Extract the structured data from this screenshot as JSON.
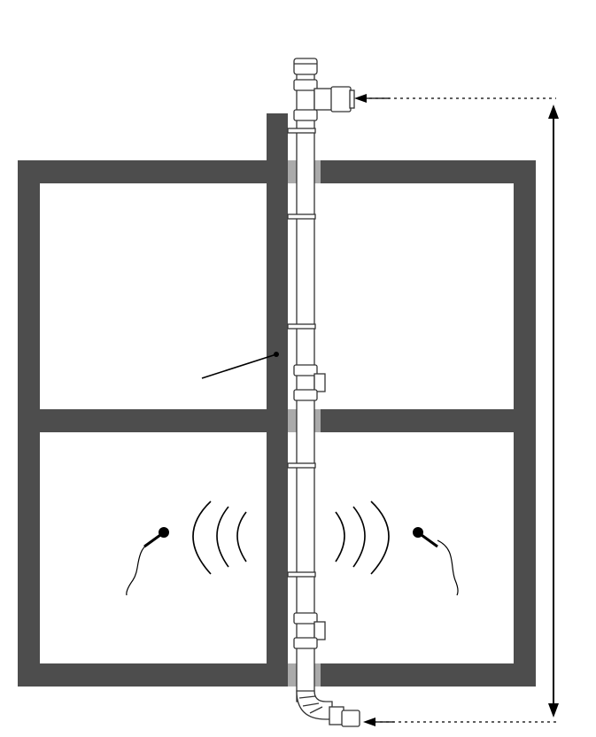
{
  "diagram": {
    "description_labels": [],
    "colors": {
      "wall": "#4d4d4d",
      "pipe_outline": "#333333",
      "pipe_fill": "#ffffff",
      "penetration": "#aaaaaa",
      "stroke": "#000000"
    },
    "elements": {
      "building": "two-storey-building",
      "pipe": "vertical-soil-stack",
      "sound_source": "microphones-with-sound-waves",
      "dimension": "vertical-height-arrow"
    }
  }
}
